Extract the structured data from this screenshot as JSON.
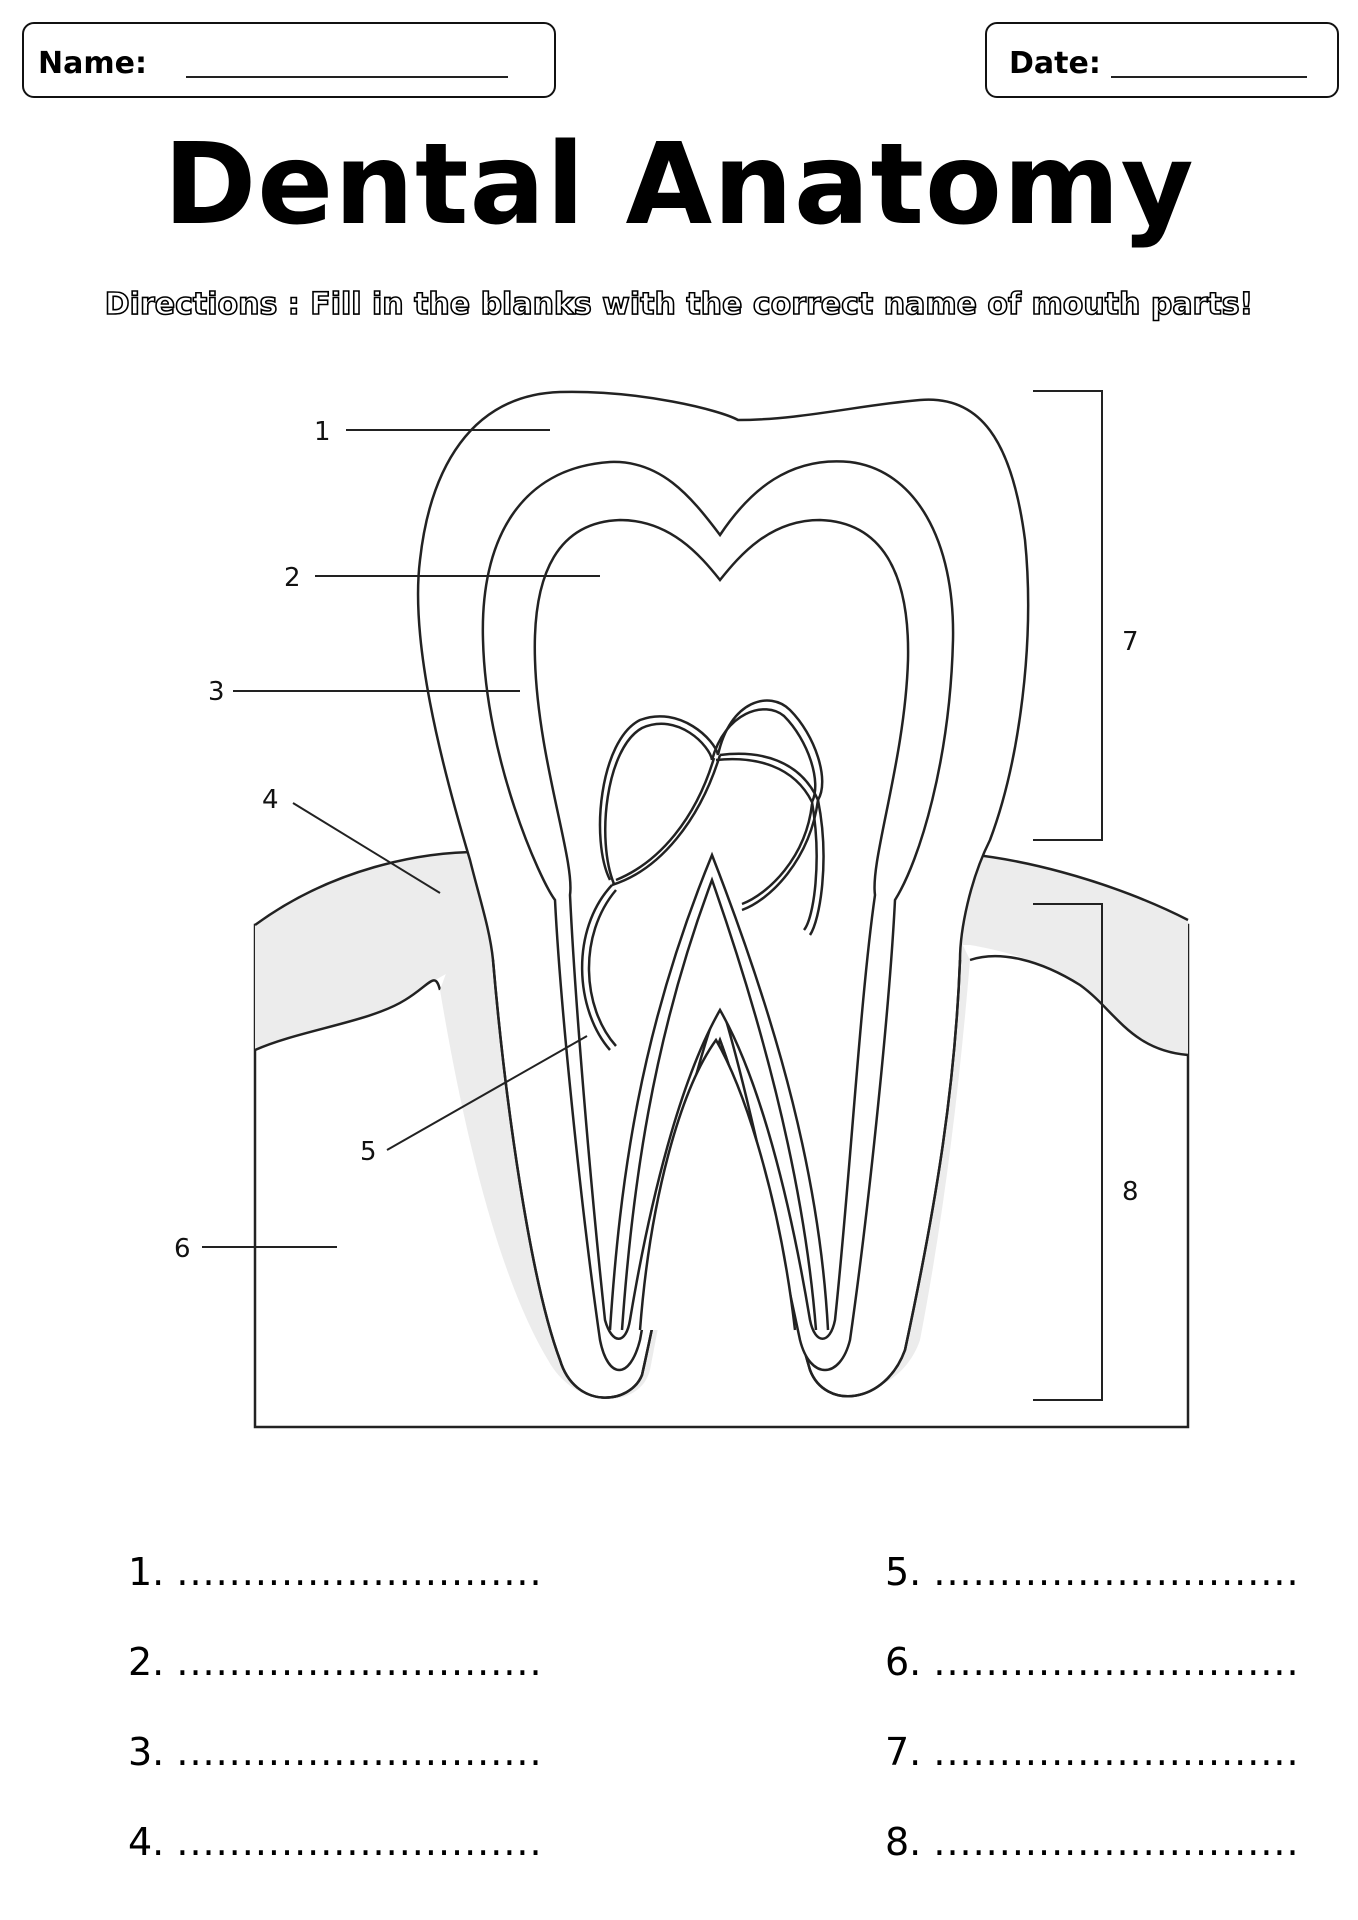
{
  "header": {
    "name_label": "Name:",
    "date_label": "Date:"
  },
  "title": "Dental Anatomy",
  "directions": "Directions : Fill in the blanks with the correct name of mouth parts!",
  "diagram": {
    "labels": [
      "1",
      "2",
      "3",
      "4",
      "5",
      "6",
      "7",
      "8"
    ]
  },
  "answers": [
    {
      "num": "1.",
      "blank": "............................"
    },
    {
      "num": "2.",
      "blank": "............................"
    },
    {
      "num": "3.",
      "blank": "............................"
    },
    {
      "num": "4.",
      "blank": "............................"
    },
    {
      "num": "5.",
      "blank": "............................"
    },
    {
      "num": "6.",
      "blank": "............................"
    },
    {
      "num": "7.",
      "blank": "............................"
    },
    {
      "num": "8.",
      "blank": "............................"
    }
  ]
}
